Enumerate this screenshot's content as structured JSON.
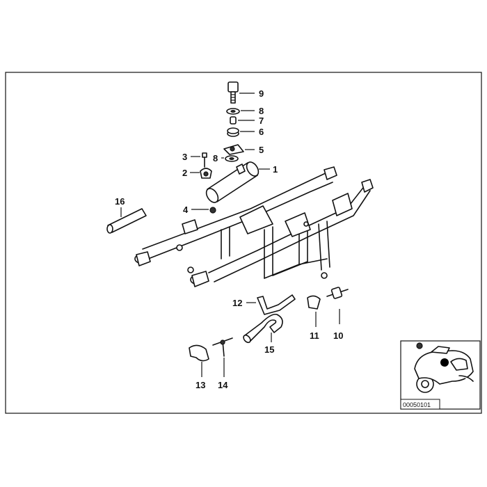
{
  "callouts": [
    "1",
    "2",
    "3",
    "4",
    "5",
    "6",
    "7",
    "8",
    "8",
    "9",
    "10",
    "11",
    "12",
    "13",
    "14",
    "15",
    "16"
  ],
  "inset": {
    "reference_number": "00050101"
  }
}
